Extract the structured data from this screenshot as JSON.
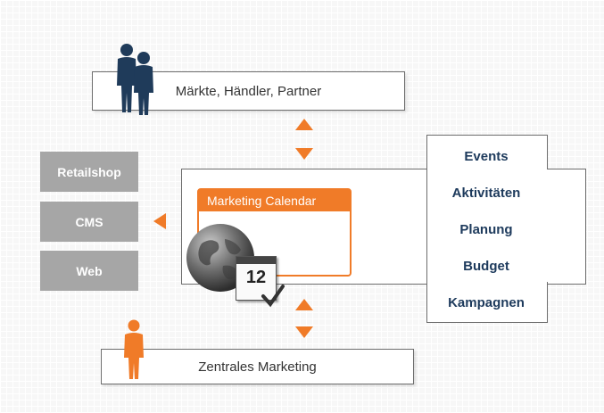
{
  "top_box": {
    "label": "Märkte, Händler, Partner"
  },
  "bottom_box": {
    "label": "Zentrales Marketing"
  },
  "channels": [
    "Retailshop",
    "CMS",
    "Web"
  ],
  "calendar": {
    "title": "Marketing Calendar",
    "icon_number": "12"
  },
  "features": [
    "Events",
    "Aktivitäten",
    "Planung",
    "Budget",
    "Kampagnen"
  ],
  "colors": {
    "accent": "#f07b28",
    "navy": "#1f3b5a",
    "gray_box": "#a6a6a6",
    "text_dark": "#1d3a5c"
  }
}
